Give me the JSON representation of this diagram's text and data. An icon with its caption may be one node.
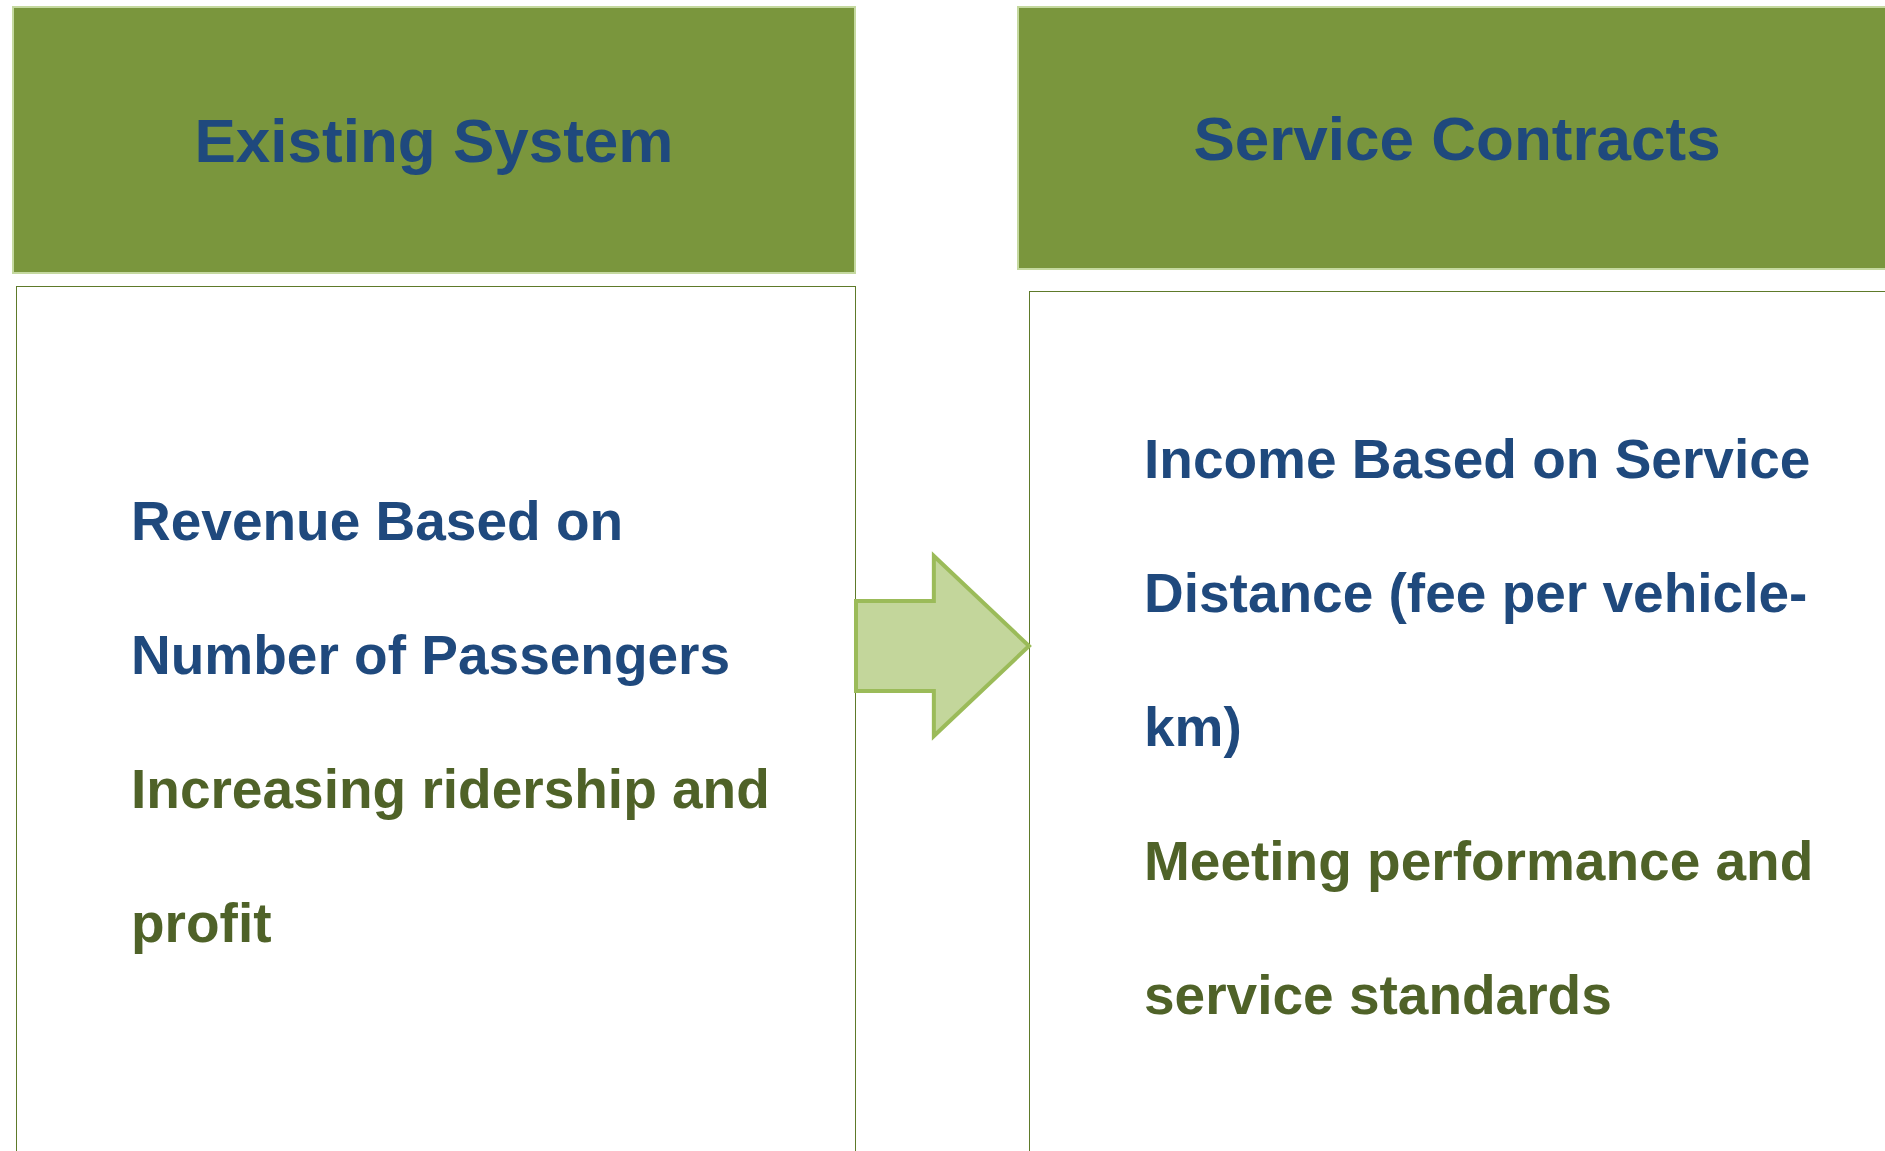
{
  "diagram": {
    "nodes": [
      {
        "text": [
          "Existing System"
        ]
      },
      {
        "text": [
          "Revenue Based on Number of Passengers",
          "Increasing ridership and profit"
        ]
      },
      {
        "text": [
          "Service Contracts"
        ]
      },
      {
        "text": [
          "Income Based on Service Distance (fee per vehicle-km)",
          "Meeting performance and service standards"
        ]
      }
    ],
    "edges": [
      {
        "from": 1,
        "to": 3,
        "arrow": "to"
      }
    ]
  }
}
